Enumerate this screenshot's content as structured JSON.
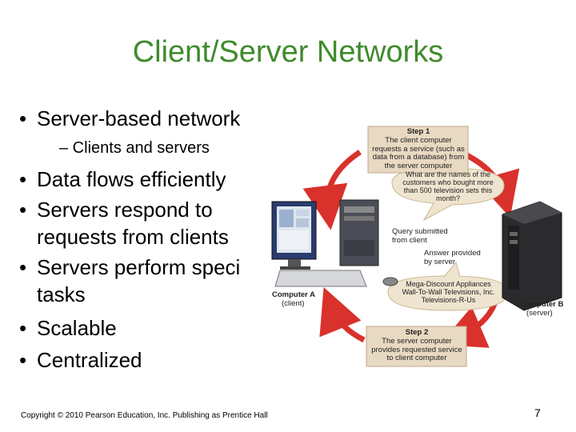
{
  "slide": {
    "title": "Client/Server Networks",
    "bullets": [
      "Server-based network",
      "Data flows efficiently",
      "Servers respond to",
      "requests from clients",
      "Servers perform speci",
      "tasks",
      "Scalable",
      "Centralized"
    ],
    "sub_bullet": "– Clients and servers",
    "bullet_char": "•",
    "footer": "Copyright © 2010 Pearson Education, Inc. Publishing as Prentice Hall",
    "page_number": "7"
  },
  "figure": {
    "step1_title": "Step 1",
    "step1_text": "The client computer requests a service (such as data from a database) from the server computer",
    "query_text": "What are the names of the customers who bought more than 500 television sets this month?",
    "query_label": "Query submitted from client",
    "answer_label": "Answer provided by server",
    "answer_text": "Mega-Discount Appliances Wall-To-Wall Televisions, Inc. Televisions-R-Us",
    "step2_title": "Step 2",
    "step2_text": "The server computer provides requested service to client computer",
    "computer_a_label": "Computer A",
    "computer_a_sub": "(client)",
    "computer_b_label": "Computer B",
    "computer_b_sub": "(server)",
    "arrow_color": "#d9312b"
  }
}
